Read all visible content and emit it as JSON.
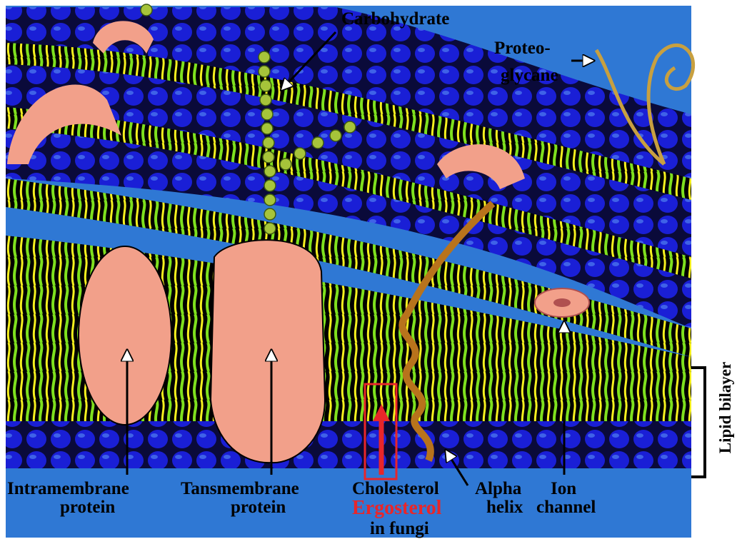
{
  "labels": {
    "carbohydrate": "Carbohydrate",
    "proteoglycane_1": "Proteo-",
    "proteoglycane_2": "glycane",
    "intramembrane_1": "Intramembrane",
    "intramembrane_2": "protein",
    "transmembrane_1": "Tansmembrane",
    "transmembrane_2": "protein",
    "cholesterol": "Cholesterol",
    "ergosterol": "Ergosterol",
    "in_fungi": "in fungi",
    "alpha_1": "Alpha",
    "alpha_2": "helix",
    "ion_1": "Ion",
    "ion_2": "channel",
    "lipid_bilayer": "Lipid bilayer"
  },
  "colors": {
    "background_blue": "#2f78d4",
    "head_blue": "#1a1fd6",
    "tail_green": "#7ee01e",
    "tail_yellow": "#f5f01e",
    "protein_pink": "#f2a08a",
    "ergosterol_red": "#e8262a",
    "carb_green": "#a6c43a",
    "helix_brown": "#b8731c"
  },
  "icons": {
    "arrow": "arrow-icon",
    "bracket": "bracket-icon"
  }
}
